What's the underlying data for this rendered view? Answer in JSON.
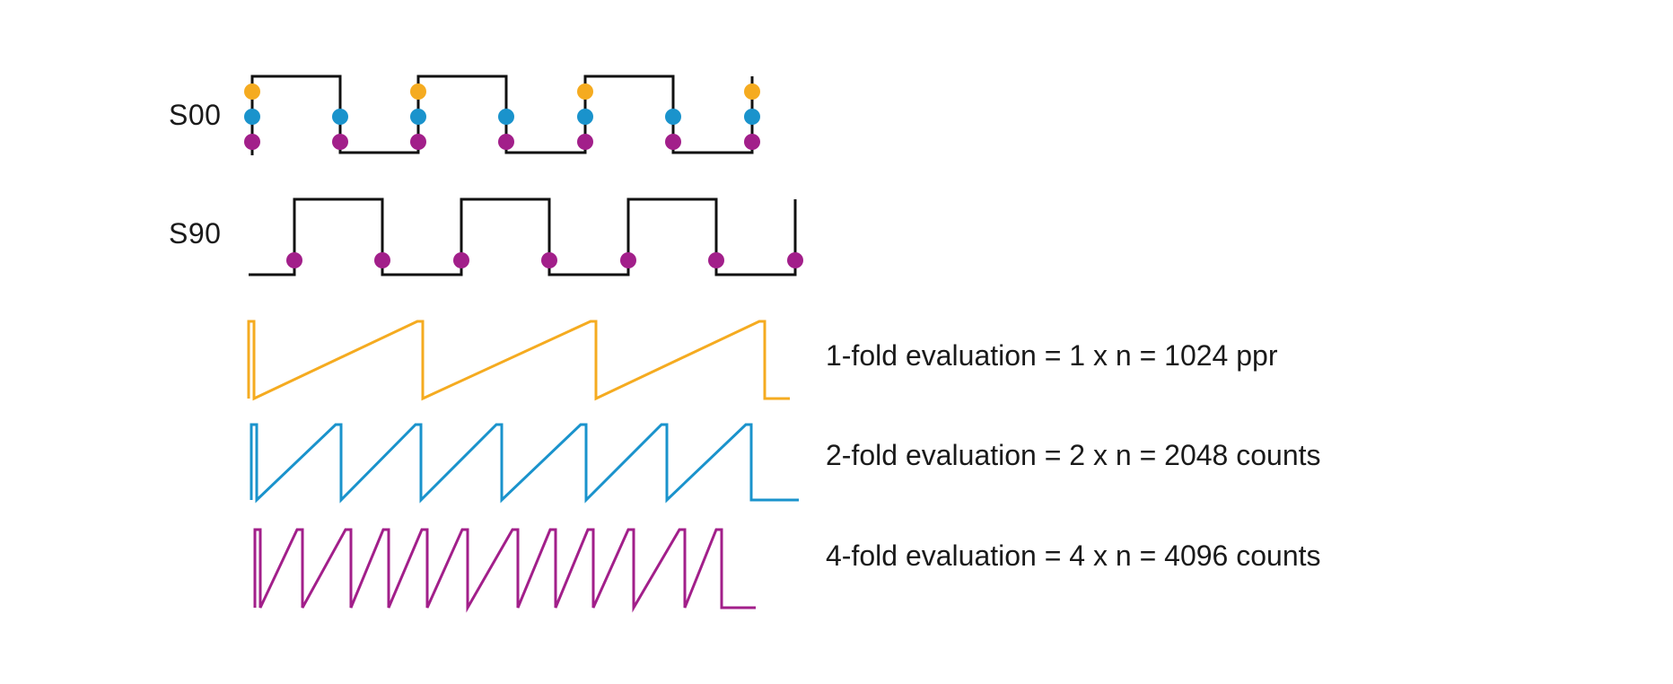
{
  "diagram": {
    "colors": {
      "signal": "#111111",
      "onefold": "#f5ab20",
      "twofold": "#1a93cc",
      "fourfold": "#a21f8a"
    },
    "signals": [
      {
        "label": "S00",
        "markers": [
          "onefold",
          "twofold",
          "fourfold"
        ]
      },
      {
        "label": "S90",
        "markers": [
          "fourfold"
        ]
      }
    ],
    "evaluations": [
      {
        "text": "1-fold evaluation = 1 x n = 1024 ppr",
        "color_key": "onefold"
      },
      {
        "text": "2-fold evaluation = 2 x n = 2048 counts",
        "color_key": "twofold"
      },
      {
        "text": "4-fold evaluation = 4 x n = 4096 counts",
        "color_key": "fourfold"
      }
    ]
  }
}
